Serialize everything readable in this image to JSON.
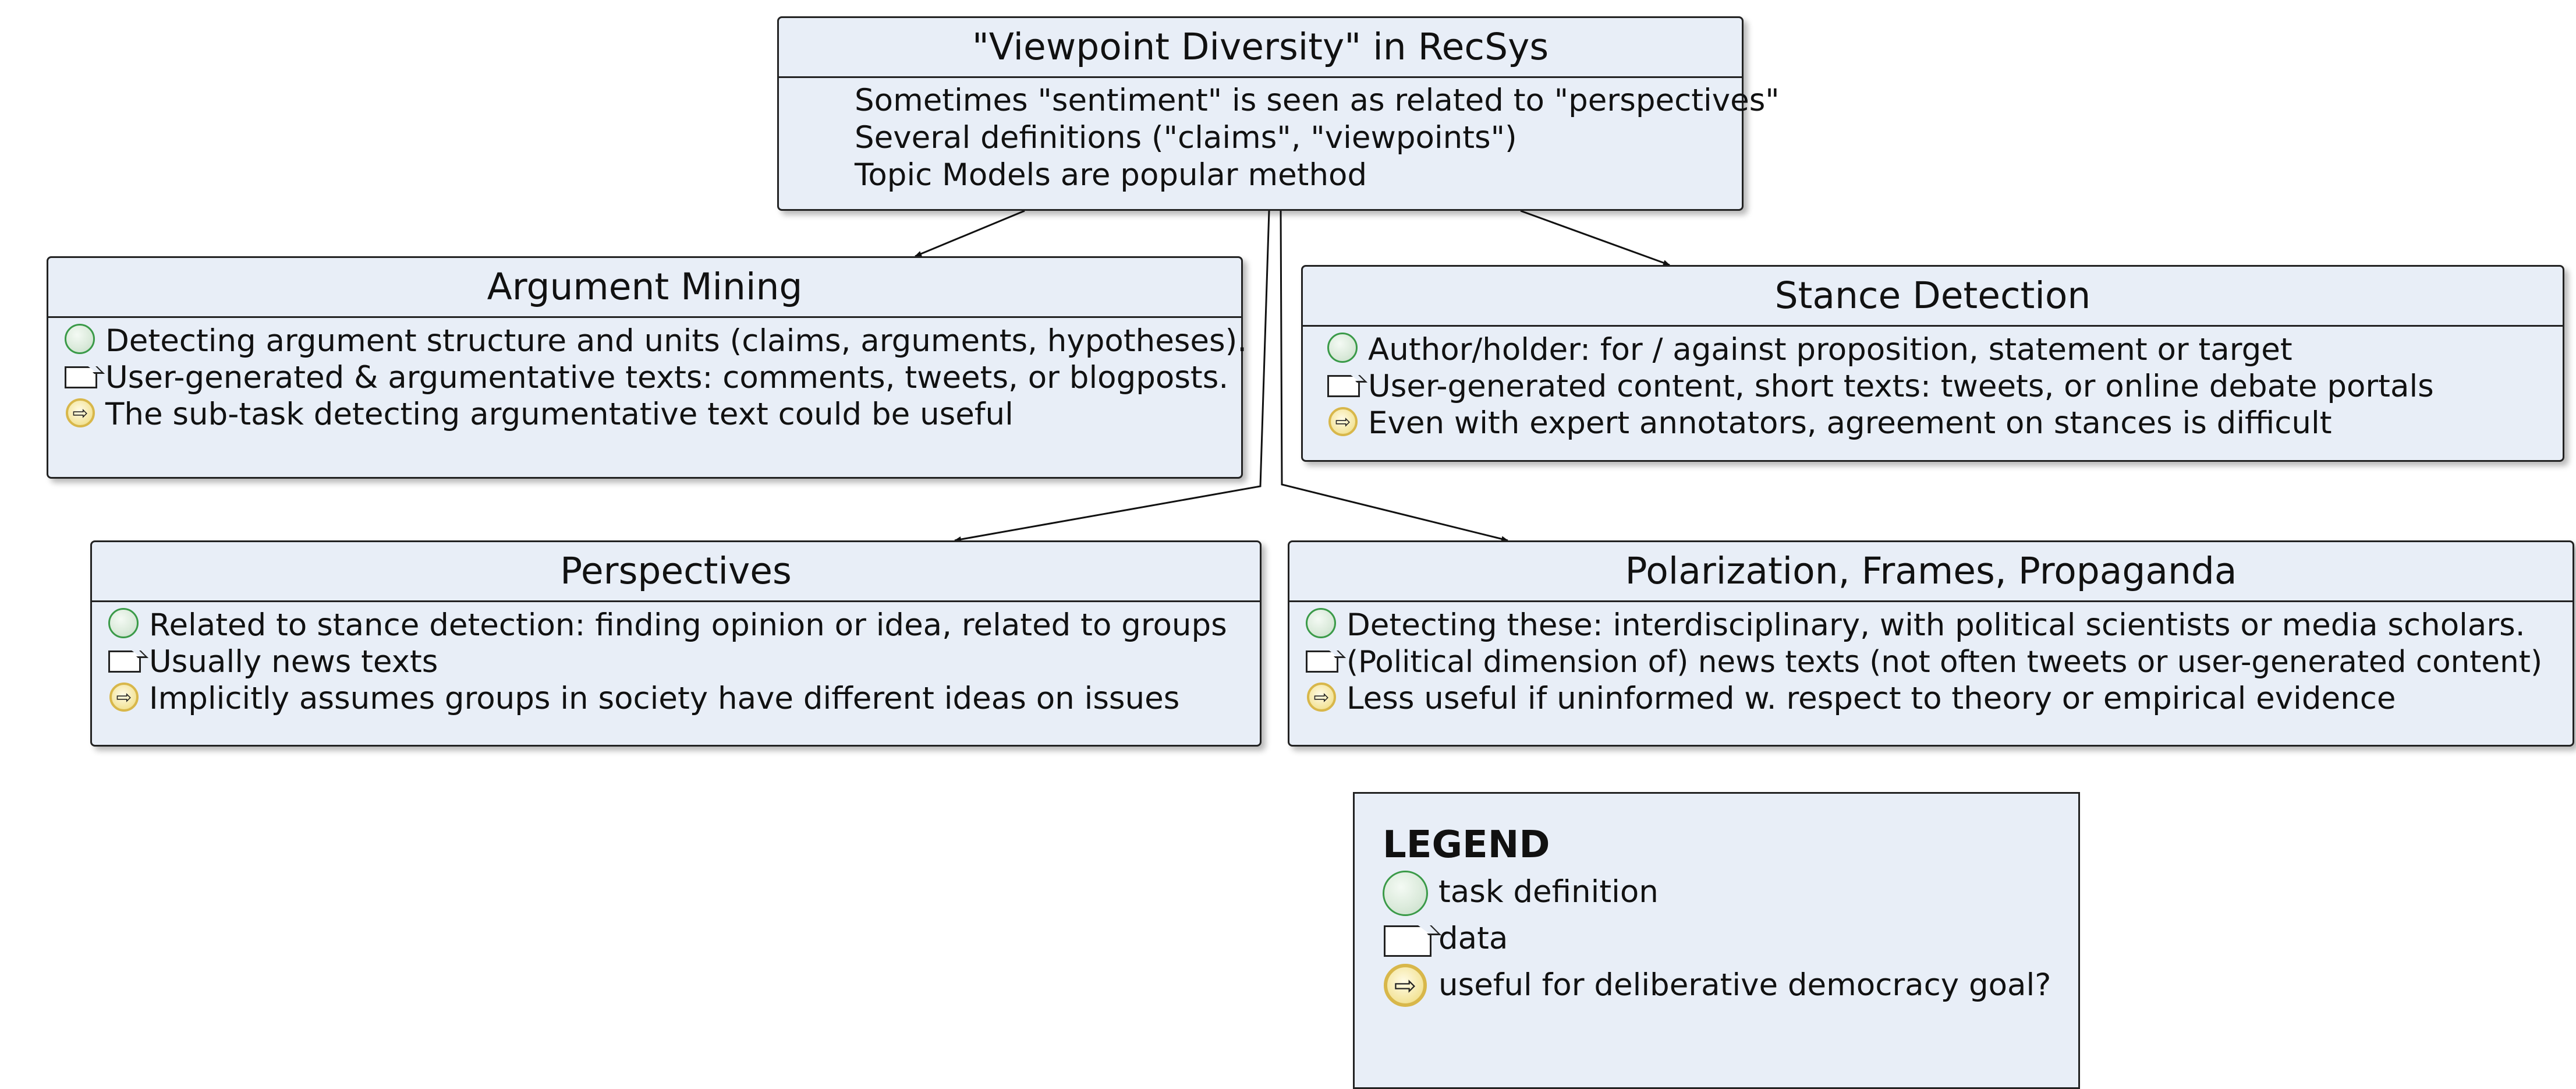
{
  "root": {
    "title": "\"Viewpoint Diversity\" in RecSys",
    "lines": [
      "Sometimes \"sentiment\" is seen as related to \"perspectives\"",
      "Several definitions (\"claims\", \"viewpoints\")",
      "Topic Models are popular method"
    ]
  },
  "nodes": [
    {
      "title": "Argument Mining",
      "task": "Detecting argument structure and units (claims, arguments, hypotheses).",
      "data": "User-generated & argumentative texts: comments, tweets, or blogposts.",
      "useful": "The sub-task detecting argumentative text could be useful"
    },
    {
      "title": "Stance Detection",
      "task": "Author/holder: for / against proposition, statement or target",
      "data": "User-generated content, short texts: tweets, or online debate portals",
      "useful": "Even with expert annotators, agreement on stances is difficult"
    },
    {
      "title": "Perspectives",
      "task": "Related to stance detection: finding opinion or idea, related to groups",
      "data": "Usually news texts",
      "useful": "Implicitly assumes groups in society have different ideas on issues"
    },
    {
      "title": "Polarization, Frames, Propaganda",
      "task": "Detecting these: interdisciplinary, with political scientists or media scholars.",
      "data": "(Political dimension of) news texts (not often tweets or user-generated content)",
      "useful": "Less useful if uninformed w. respect to theory or empirical evidence"
    }
  ],
  "legend": {
    "title": "LEGEND",
    "items": [
      {
        "icon": "green-circle-icon",
        "label": "task definition"
      },
      {
        "icon": "document-icon",
        "label": "data"
      },
      {
        "icon": "arrow-circle-icon",
        "label": "useful for deliberative democracy goal?"
      }
    ]
  },
  "colors": {
    "node_fill": "#e8eef7",
    "border": "#222222",
    "task_icon": "#3a9a48",
    "useful_icon": "#d8b74a"
  }
}
